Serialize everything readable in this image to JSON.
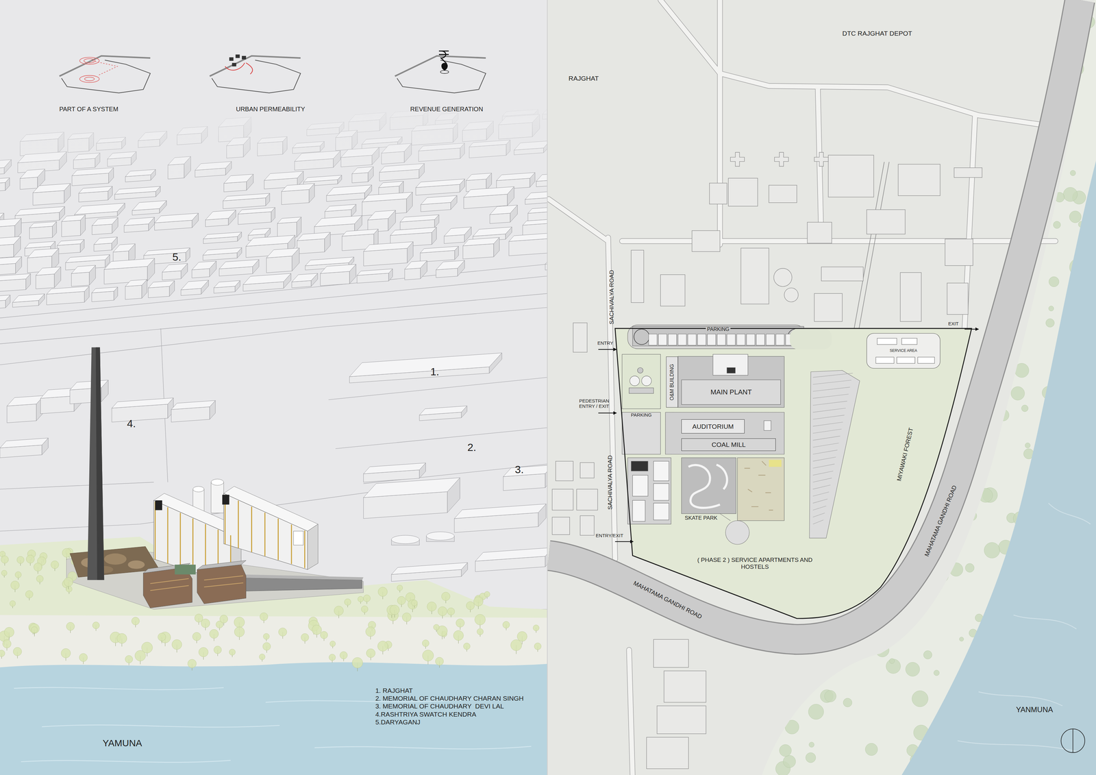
{
  "diagram": {
    "nodes": [
      {
        "text": [
          "PARKING"
        ]
      },
      {
        "text": [
          "O&M BUILDING"
        ]
      },
      {
        "text": [
          "MAIN PLANT"
        ]
      },
      {
        "text": [
          "PARKING"
        ]
      },
      {
        "text": [
          "AUDITORIUM"
        ]
      },
      {
        "text": [
          "COAL MILL"
        ]
      },
      {
        "text": [
          "SERVICE AREA"
        ]
      }
    ],
    "labels": [
      "PART OF A SYSTEM",
      "URBAN PERMEABILITY",
      "REVENUE GENERATION",
      "5.",
      "1.",
      "4.",
      "2.",
      "3.",
      "1. RAJGHAT",
      "2. MEMORIAL OF CHAUDHARY CHARAN SINGH",
      "3. MEMORIAL OF CHAUDHARY  DEVI LAL",
      "4.RASHTRIYA SWATCH KENDRA",
      "5.DARYAGANJ",
      "YAMUNA",
      "DTC RAJGHAT DEPOT",
      "RAJGHAT",
      "SACHIVALYA ROAD",
      "ENTRY",
      "PEDESTRIAN ENTRY / EXIT",
      "SACHIVALYA ROAD",
      "ENTRY/EXIT",
      "EXIT",
      "SKATE PARK",
      "( PHASE 2 ) SERVICE APARTMENTS AND HOSTELS",
      "MIYAWAKI FOREST",
      "MAHATAMA GANDHI ROAD",
      "MAHATAMA GANDHI ROAD",
      "YANMUNA"
    ]
  }
}
